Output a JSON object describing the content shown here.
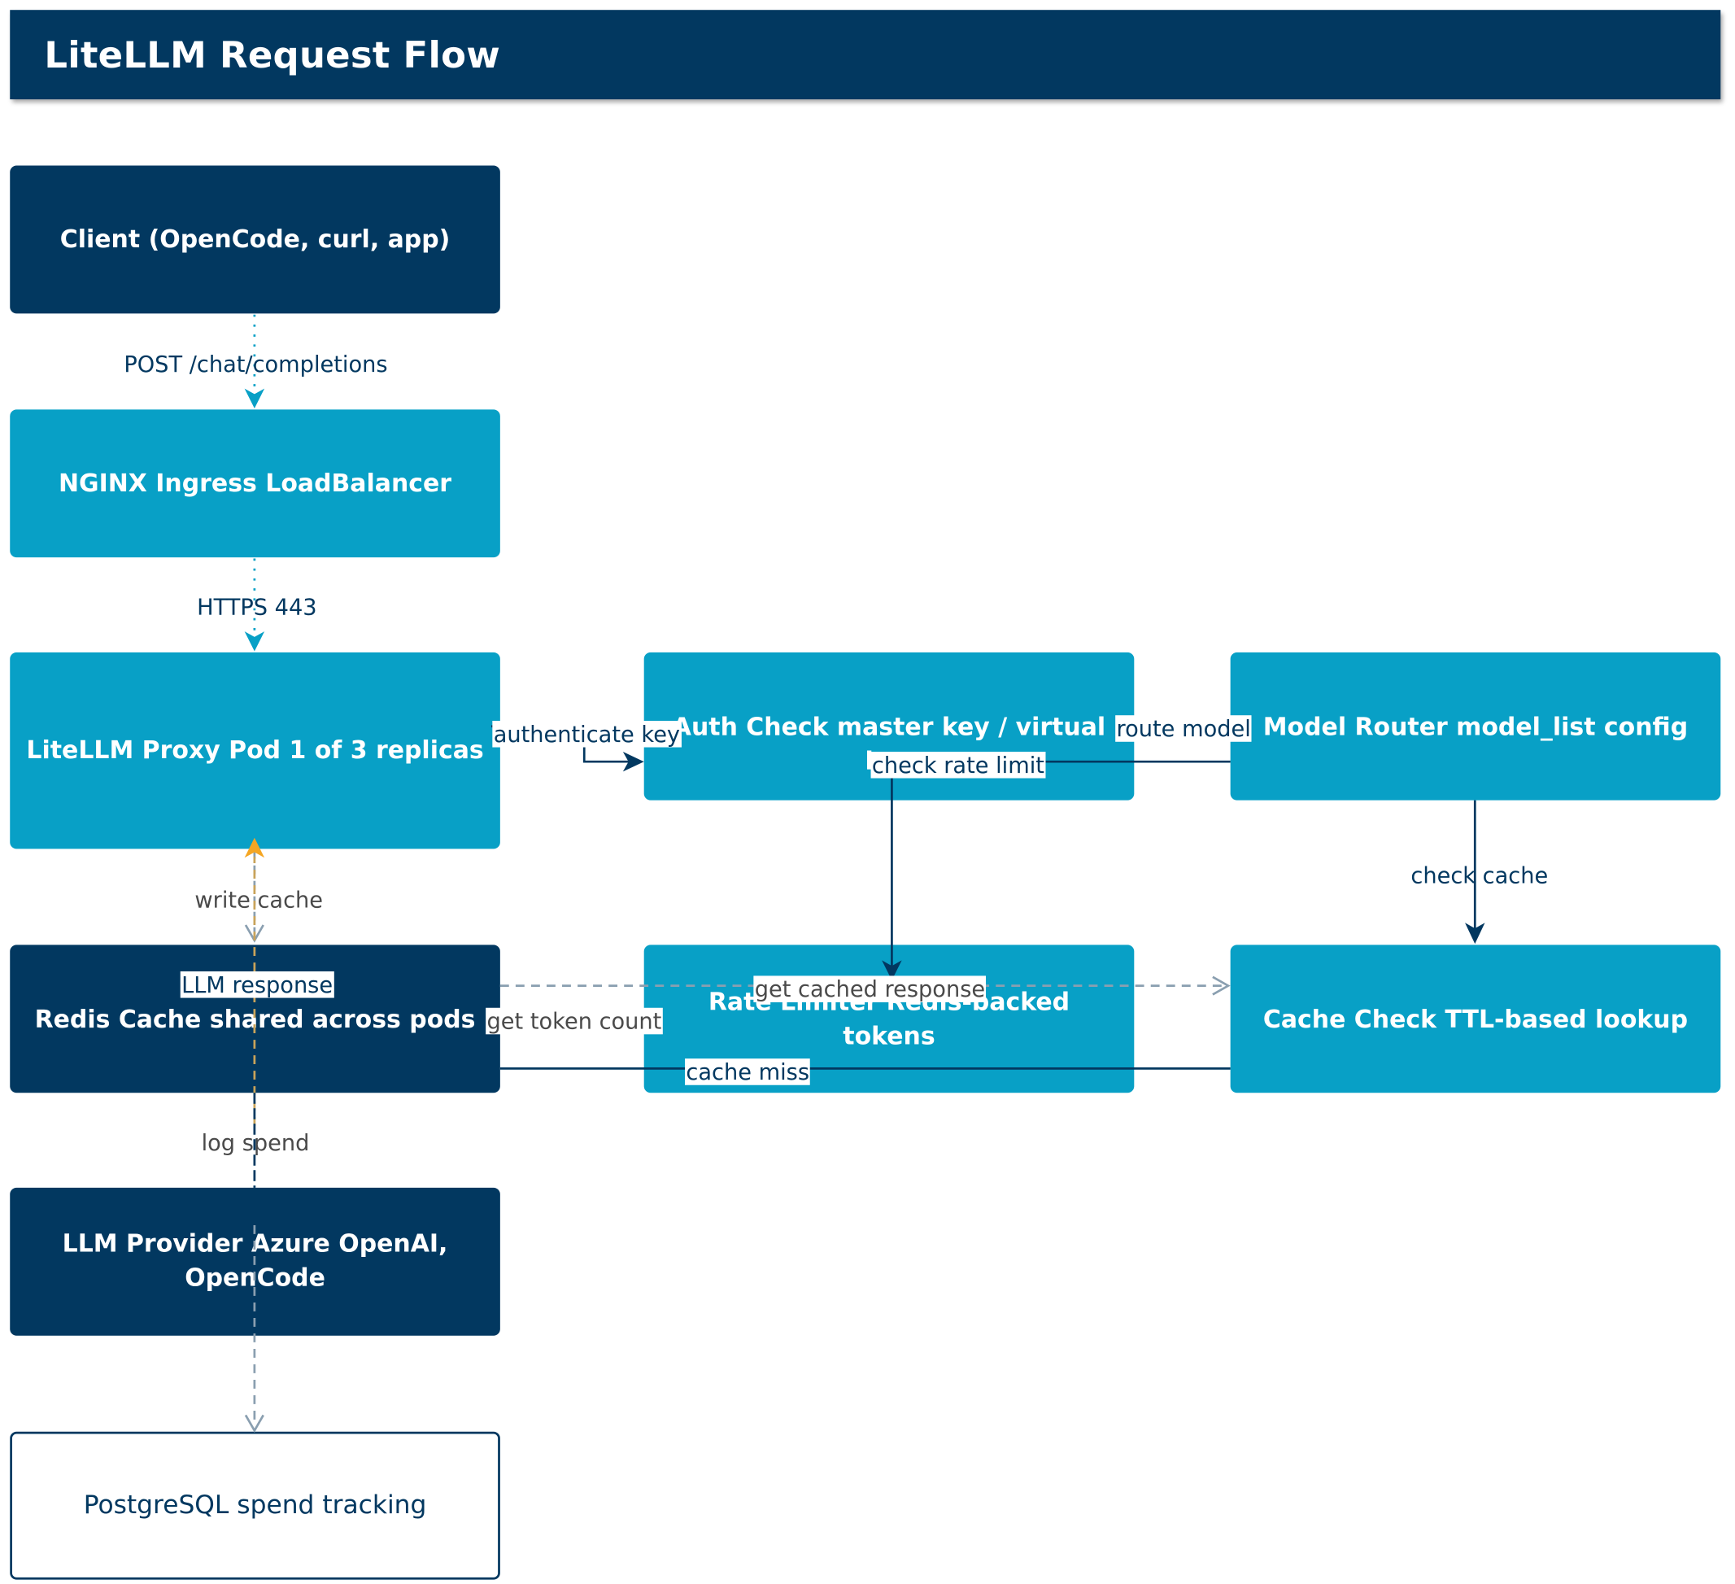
{
  "title": "LiteLLM Request Flow",
  "colors": {
    "header": "#023860",
    "dark_node": "#023860",
    "light_node": "#08a0c6",
    "edge_dark": "#023860",
    "edge_cyan": "#08a0c6",
    "edge_gray": "#8a9fb0",
    "edge_orange": "#f5a623"
  },
  "nodes": {
    "client": "Client (OpenCode, curl, app)",
    "nginx": "NGINX Ingress LoadBalancer",
    "proxy": "LiteLLM Proxy Pod 1 of 3 replicas",
    "auth": "Auth Check master key / virtual key",
    "router": "Model Router model_list config",
    "redis": "Redis Cache shared across pods",
    "ratelimiter": "Rate Limiter Redis-backed tokens",
    "cachecheck": "Cache Check TTL-based lookup",
    "provider": "LLM Provider Azure OpenAI, OpenCode",
    "postgres": "PostgreSQL spend tracking"
  },
  "edges": {
    "post_chat": "POST /chat/completions",
    "https": "HTTPS 443",
    "authenticate": "authenticate key",
    "route_model": "route model",
    "check_rate_limit": "check rate limit",
    "check_cache": "check cache",
    "write_cache": "write cache",
    "llm_response": "LLM response",
    "get_cached_response": "get cached response",
    "get_token_count": "get token count",
    "cache_miss": "cache miss",
    "log_spend": "log spend"
  }
}
